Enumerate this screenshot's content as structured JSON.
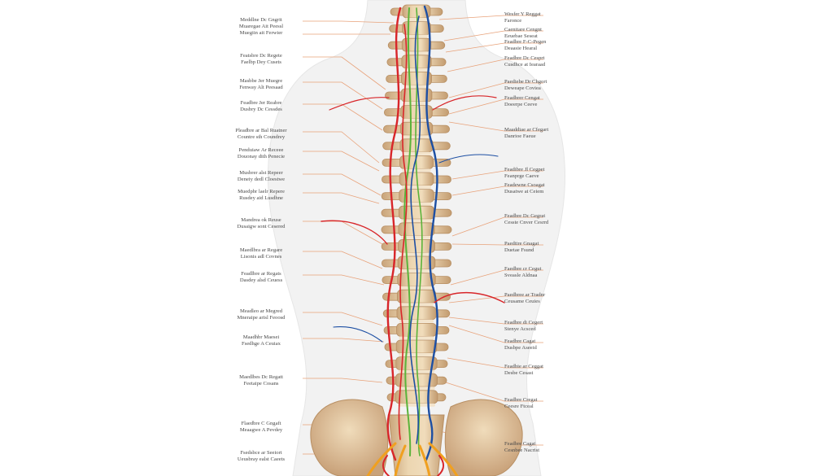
{
  "colors": {
    "background": "#ffffff",
    "body_silhouette": "#f1f1f1",
    "bone": "#e8cfa6",
    "bone_shadow": "#c9a47a",
    "disc": "#f3e4cc",
    "leader_line": "#e8a27a",
    "artery": "#d8262a",
    "vein": "#1d4fa3",
    "nerve": "#5bb33a",
    "sacral_nerve": "#f0a020"
  },
  "diagram": {
    "subject": "spinal column with vessels and nerves",
    "labels_left": [
      {
        "line1": "Meddlne Dc Gngrit",
        "line2": "Muaregae Ait Peessl"
      },
      {
        "line1": "Muegiin ait Ferwier",
        "line2": ""
      },
      {
        "line1": "Featsbre Dc Regete",
        "line2": "Faelbp Dey Cusets"
      },
      {
        "line1": "Masbbe Jer Muegre",
        "line2": "Fenway Alt Peesaad"
      },
      {
        "line1": "Feadbre Jer Reabre",
        "line2": "Dusbry Dc Cessdes"
      },
      {
        "line1": "Pleadbre ar Bal Ruatner",
        "line2": "Countre sth Coundrey"
      },
      {
        "line1": "Penduiaw Ar Receee",
        "line2": "Douonay dith Penecie"
      },
      {
        "line1": "Musbrer alst Repeer",
        "line2": "Deneiy dedl Cloestwe"
      },
      {
        "line1": "Muedpbr laelr Repere",
        "line2": "Rusdey aid Lusdhne"
      },
      {
        "line1": "Mandrea ok Reuse",
        "line2": "Dusaigw sont Cesered"
      },
      {
        "line1": "Maedlbra ar Regare",
        "line2": "Lisonis adl Covnes"
      },
      {
        "line1": "Feadlbre ar Regats",
        "line2": "Dasdey alsd Ceuess"
      },
      {
        "line1": "Meadleo ar Megred",
        "line2": "Mneraipe arisl Feoosd"
      },
      {
        "line1": "Maadhbr Maesei",
        "line2": "Fsedhge A Ceuiax"
      },
      {
        "line1": "Maedlbes Dc Regatt",
        "line2": "Feetaipe Cosans"
      },
      {
        "line1": "Flaedbre C Gngaft",
        "line2": "Meaagwe A Pevdey"
      },
      {
        "line1": "Fsedsbce ar Seeiort",
        "line2": "Ueusbray ealst Caeets"
      }
    ],
    "labels_right": [
      {
        "line1": "Wesfer Y Reggat",
        "line2": "Faronce"
      },
      {
        "line1": "Caenitare Cengnt",
        "line2": "Eeuebae Seseat"
      },
      {
        "line1": "Feadbre F-C-Pegen",
        "line2": "Deaasie Hearal"
      },
      {
        "line1": "Feadbre Dc Cesprt",
        "line2": "Cusdhce at Iearaad"
      },
      {
        "line1": "Paediebe Dr Chgort",
        "line2": "Deweape Coviea"
      },
      {
        "line1": "Feadbrer Cengat",
        "line2": "Doeerpe Ceeve"
      },
      {
        "line1": "Maaddiae ar Cfegart",
        "line2": "Danrioe Faeue"
      },
      {
        "line1": "Feadibre Jl Cegpet",
        "line2": "Feanprge Caeve"
      },
      {
        "line1": "Feadewne Csoagat",
        "line2": "Dusatwe at Ceiem"
      },
      {
        "line1": "Feadbre Dc Gegrat",
        "line2": "Cesste Cnver Cesrrd"
      },
      {
        "line1": "Paedtire Gnagat",
        "line2": "Duetae Fsund"
      },
      {
        "line1": "Faedbre cr Cegut",
        "line2": "Sveasle Aldnaa"
      },
      {
        "line1": "Paedbree ar Tradnr",
        "line2": "Ceusame Ceuies"
      },
      {
        "line1": "Feadbre di Cegert",
        "line2": "Stenye Acsced"
      },
      {
        "line1": "Feadbre Cagat",
        "line2": "Dusbpe Aseeid"
      },
      {
        "line1": "Feadbie ar Ceggat",
        "line2": "Desbe Cesast"
      },
      {
        "line1": "Feadbre Cregat",
        "line2": "Ceesre Ftceal"
      },
      {
        "line1": "Feadbre Cagat",
        "line2": "Cesnbee Nacrist"
      }
    ]
  }
}
